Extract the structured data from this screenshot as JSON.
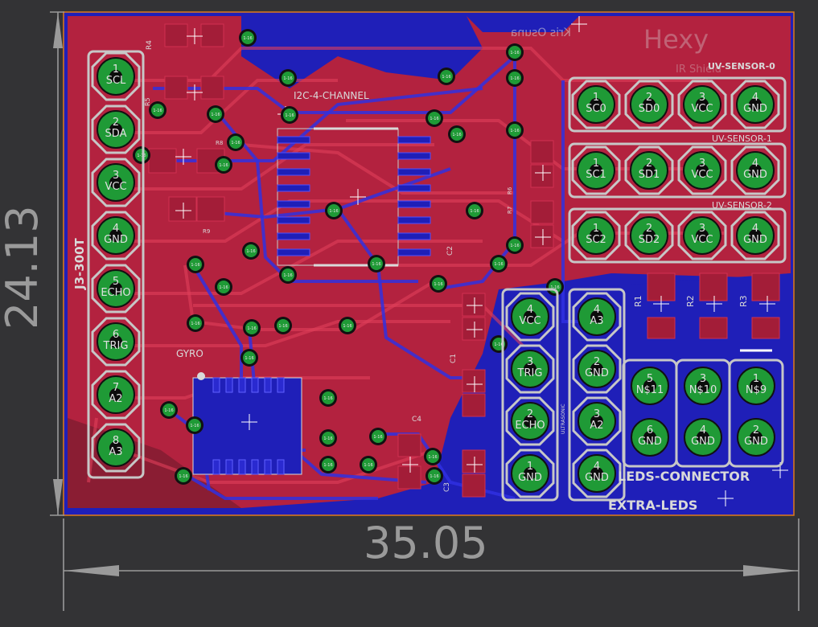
{
  "colors": {
    "background": "#333335",
    "top_copper": "#b3223f",
    "bottom_copper": "#1f1fb8",
    "silkscreen": "#d9d9d9",
    "pad_ring": "#c7c7c7",
    "pad_green": "#1f9a36",
    "dimension": "#9a9a9a",
    "board_outline": "#e07a1a"
  },
  "dimensions": {
    "width": "35.05",
    "height": "24.13"
  },
  "labels": {
    "j3": "J3-300T",
    "i2c": "I2C-4-CHANNEL",
    "gyro": "GYRO",
    "author": "Kris Osuna",
    "logo_title": "Hexy",
    "logo_sub": "IR Shield",
    "uv0": "UV-SENSOR-0",
    "uv1": "UV-SENSOR-1",
    "uv2": "UV-SENSOR-2",
    "leds_connector": "LEDS-CONNECTOR",
    "extra_leds": "EXTRA-LEDS",
    "ultrasonic": "ULTRASONIC",
    "r4": "R4",
    "r5": "R5",
    "r6": "R6",
    "r7": "R7",
    "r8": "R8",
    "r9": "R9",
    "r1": "R1",
    "r2": "R2",
    "r3": "R3",
    "c1": "C1",
    "c2": "C2",
    "c3": "C3",
    "c4": "C4",
    "via": "1-16"
  },
  "left_header": [
    {
      "num": "1",
      "name": "SCL"
    },
    {
      "num": "2",
      "name": "SDA"
    },
    {
      "num": "3",
      "name": "VCC"
    },
    {
      "num": "4",
      "name": "GND"
    },
    {
      "num": "5",
      "name": "ECHO"
    },
    {
      "num": "6",
      "name": "TRIG"
    },
    {
      "num": "7",
      "name": "A2"
    },
    {
      "num": "8",
      "name": "A3"
    }
  ],
  "uv_rows": [
    [
      {
        "num": "1",
        "name": "SC0"
      },
      {
        "num": "2",
        "name": "SD0"
      },
      {
        "num": "3",
        "name": "VCC"
      },
      {
        "num": "4",
        "name": "GND"
      }
    ],
    [
      {
        "num": "1",
        "name": "SC1"
      },
      {
        "num": "2",
        "name": "SD1"
      },
      {
        "num": "3",
        "name": "VCC"
      },
      {
        "num": "4",
        "name": "GND"
      }
    ],
    [
      {
        "num": "1",
        "name": "SC2"
      },
      {
        "num": "2",
        "name": "SD2"
      },
      {
        "num": "3",
        "name": "VCC"
      },
      {
        "num": "4",
        "name": "GND"
      }
    ]
  ],
  "ultrasonic_pins": [
    {
      "num": "4",
      "name": "VCC"
    },
    {
      "num": "3",
      "name": "TRIG"
    },
    {
      "num": "2",
      "name": "ECHO"
    },
    {
      "num": "1",
      "name": "GND"
    }
  ],
  "extra_pins": [
    {
      "num": "4",
      "name": "A3"
    },
    {
      "num": "2",
      "name": "GND"
    },
    {
      "num": "3",
      "name": "A2"
    },
    {
      "num": "4",
      "name": "GND"
    }
  ],
  "led_pins": [
    {
      "num": "5",
      "name": "N$11"
    },
    {
      "num": "3",
      "name": "N$10"
    },
    {
      "num": "1",
      "name": "N$9"
    },
    {
      "num": "6",
      "name": "GND"
    },
    {
      "num": "4",
      "name": "GND"
    },
    {
      "num": "2",
      "name": "GND"
    }
  ]
}
